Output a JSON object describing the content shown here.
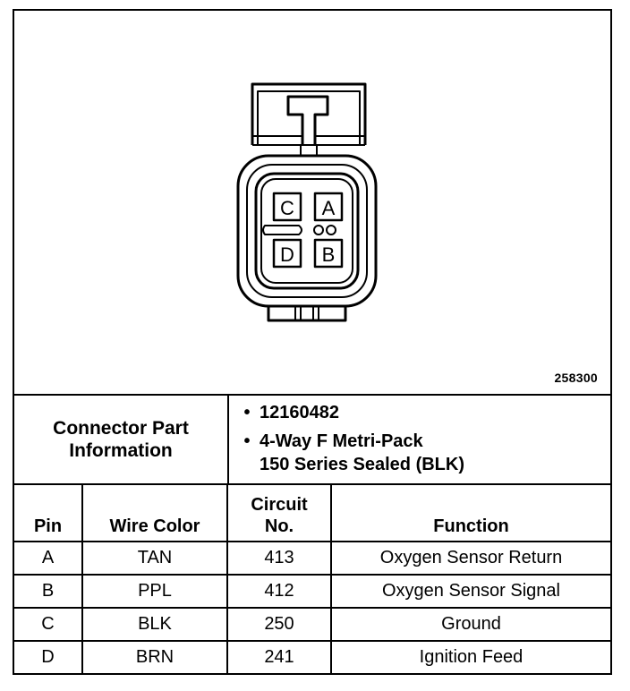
{
  "figure_id": "258300",
  "connector": {
    "pin_labels": {
      "a": "A",
      "b": "B",
      "c": "C",
      "d": "D"
    }
  },
  "info": {
    "label_line1": "Connector Part",
    "label_line2": "Information",
    "items": [
      "12160482",
      "4-Way F Metri-Pack\n150 Series Sealed (BLK)"
    ],
    "bullet": "•"
  },
  "table": {
    "headers": {
      "pin": "Pin",
      "wire_color": "Wire Color",
      "circuit_line1": "Circuit",
      "circuit_line2": "No.",
      "function": "Function"
    },
    "rows": [
      {
        "pin": "A",
        "wire_color": "TAN",
        "circuit": "413",
        "function": "Oxygen Sensor Return"
      },
      {
        "pin": "B",
        "wire_color": "PPL",
        "circuit": "412",
        "function": "Oxygen Sensor Signal"
      },
      {
        "pin": "C",
        "wire_color": "BLK",
        "circuit": "250",
        "function": "Ground"
      },
      {
        "pin": "D",
        "wire_color": "BRN",
        "circuit": "241",
        "function": "Ignition Feed"
      }
    ]
  }
}
